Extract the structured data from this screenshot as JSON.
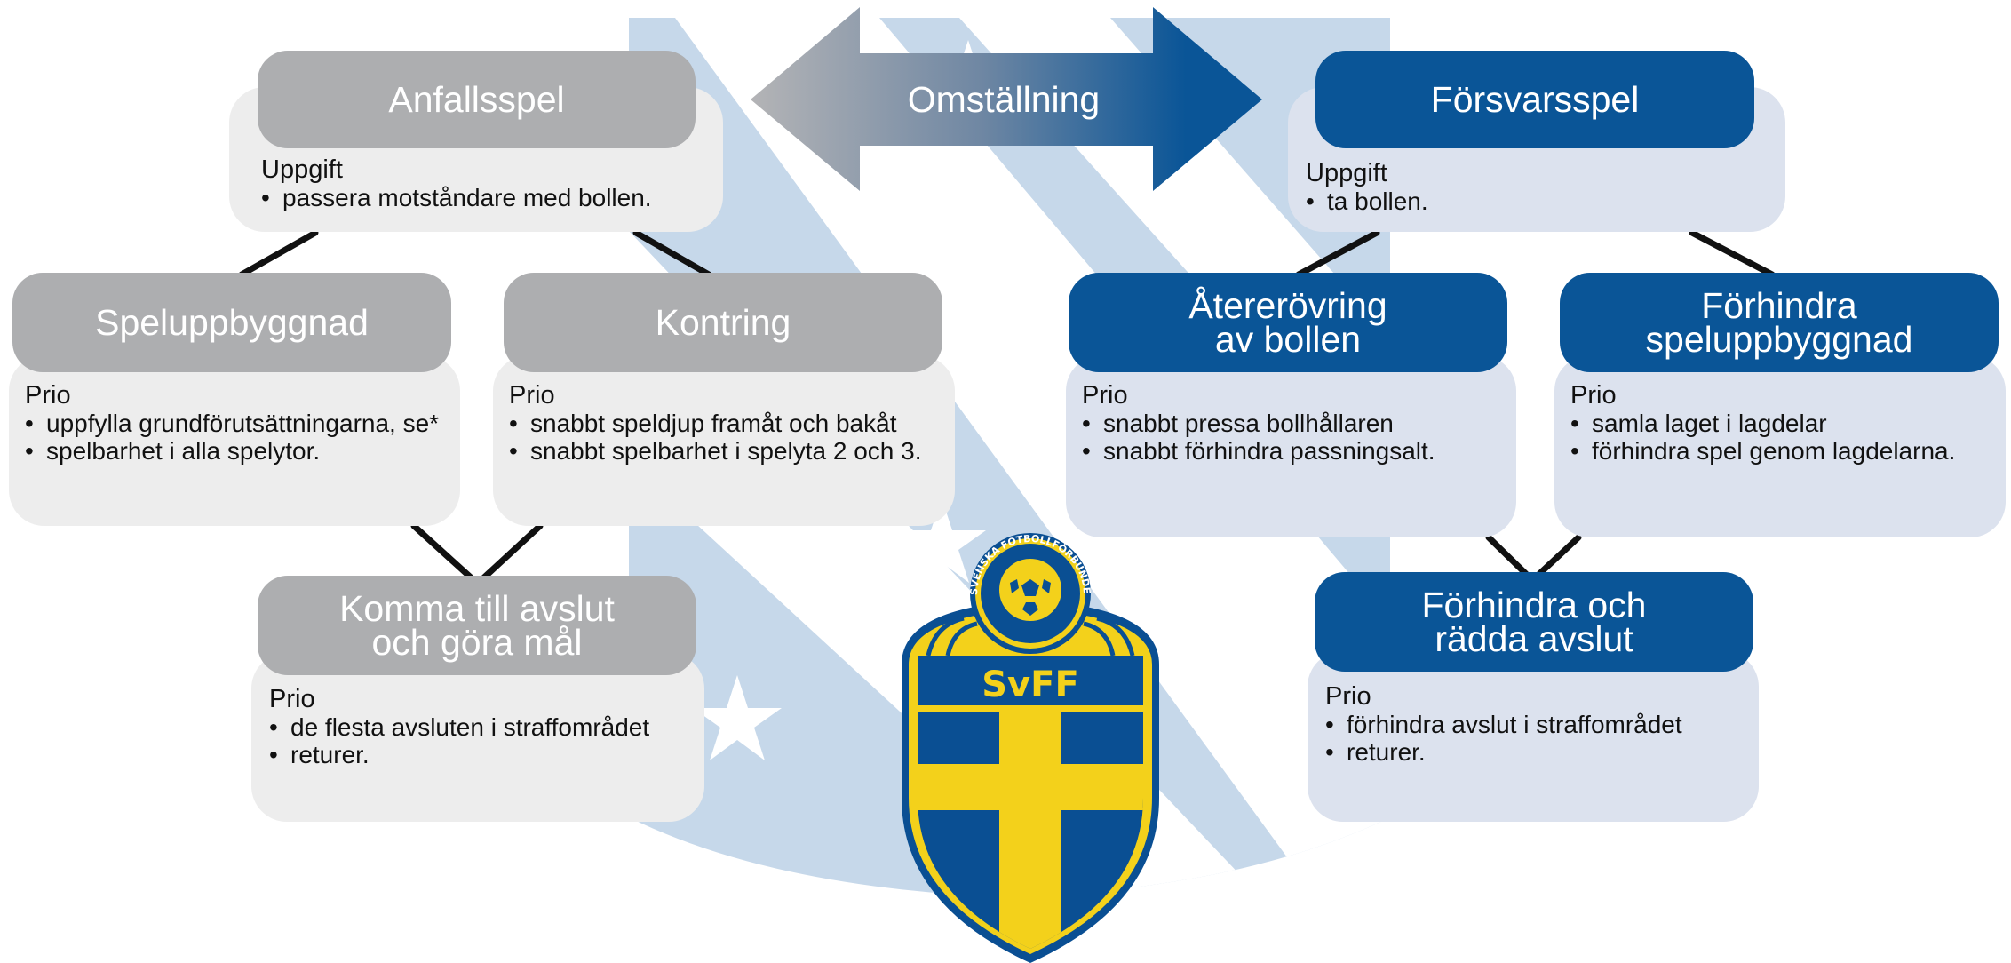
{
  "transition": {
    "label": "Omställning"
  },
  "attack": {
    "main": {
      "title": "Anfallsspel",
      "label": "Uppgift",
      "items": [
        "passera motståndare med bollen."
      ]
    },
    "buildup": {
      "title": "Speluppbyggnad",
      "label": "Prio",
      "items": [
        "uppfylla grundförutsättningarna, se*",
        "spelbarhet i alla spelytor."
      ]
    },
    "counter": {
      "title": "Kontring",
      "label": "Prio",
      "items": [
        "snabbt speldjup framåt och bakåt",
        "snabbt spelbarhet i spelyta 2 och 3."
      ]
    },
    "finish": {
      "title_lines": [
        "Komma till avslut",
        "och göra mål"
      ],
      "label": "Prio",
      "items": [
        "de flesta avsluten i straffområdet",
        "returer."
      ]
    }
  },
  "defense": {
    "main": {
      "title": "Försvarsspel",
      "label": "Uppgift",
      "items": [
        "ta bollen."
      ]
    },
    "regain": {
      "title_lines": [
        "Återerövring",
        "av bollen"
      ],
      "label": "Prio",
      "items": [
        "snabbt pressa bollhållaren",
        "snabbt förhindra passningsalt."
      ]
    },
    "prevent_buildup": {
      "title_lines": [
        "Förhindra",
        "speluppbyggnad"
      ],
      "label": "Prio",
      "items": [
        "samla laget i lagdelar",
        "förhindra spel genom lagdelarna."
      ]
    },
    "prevent_shots": {
      "title_lines": [
        "Förhindra och",
        "rädda avslut"
      ],
      "label": "Prio",
      "items": [
        "förhindra avslut i straffområdet",
        "returer."
      ]
    }
  },
  "logo": {
    "text": "SvFF",
    "ring_text": "SVENSKA FOTBOLLFÖRBUNDET • 1904"
  },
  "colors": {
    "attack_header": "#adaeb0",
    "attack_card": "#ededed",
    "defense_header": "#0a5597",
    "defense_card": "#dce2ee",
    "crest_background": "#c6d8ea"
  }
}
